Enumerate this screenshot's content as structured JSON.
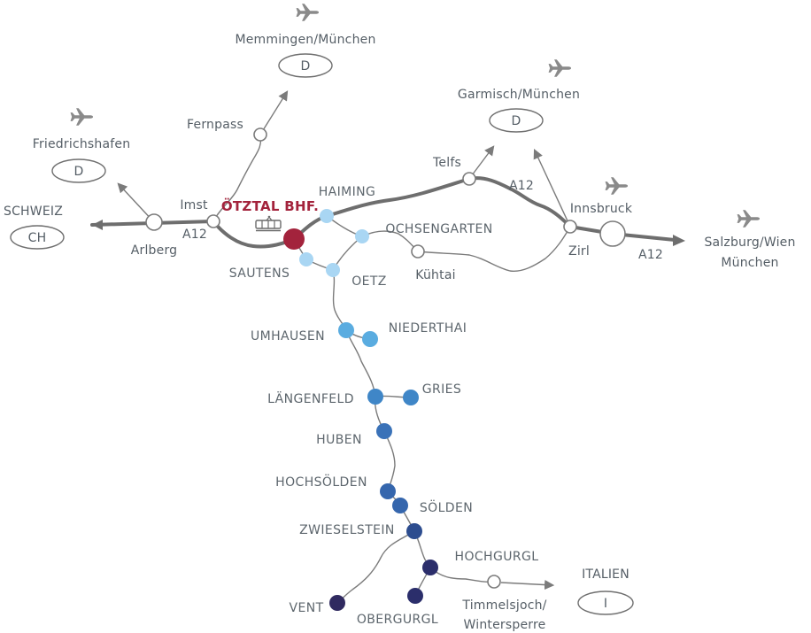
{
  "regions": {
    "memmingen": {
      "label": "Memmingen/München",
      "code": "D"
    },
    "garmisch": {
      "label": "Garmisch/München",
      "code": "D"
    },
    "friedrichshafen": {
      "label": "Friedrichshafen",
      "code": "D"
    },
    "schweiz": {
      "label": "SCHWEIZ",
      "code": "CH"
    },
    "italien": {
      "label": "ITALIEN",
      "code": "I"
    },
    "salzburg": {
      "line1": "Salzburg/Wien",
      "line2": "München"
    }
  },
  "places": {
    "fernpass": "Fernpass",
    "imst": "Imst",
    "arlberg": "Arlberg",
    "telfs": "Telfs",
    "zirl": "Zirl",
    "innsbruck": "Innsbruck",
    "kuehtai": "Kühtai",
    "timmelsjoch_1": "Timmelsjoch/",
    "timmelsjoch_2": "Wintersperre"
  },
  "roads": {
    "a12_west": "A12",
    "a12_telfs": "A12",
    "a12_east": "A12"
  },
  "station": {
    "label": "ÖTZTAL BHF.",
    "color": "#a3233c"
  },
  "villages": [
    {
      "id": "haiming",
      "label": "HAIMING",
      "color": "#a9d6f3"
    },
    {
      "id": "ochsengarten",
      "label": "OCHSENGARTEN",
      "color": "#a9d6f3"
    },
    {
      "id": "sautens",
      "label": "SAUTENS",
      "color": "#a9d6f3"
    },
    {
      "id": "oetz",
      "label": "OETZ",
      "color": "#a9d6f3"
    },
    {
      "id": "umhausen",
      "label": "UMHAUSEN",
      "color": "#5aace0"
    },
    {
      "id": "niederthai",
      "label": "NIEDERTHAI",
      "color": "#5aace0"
    },
    {
      "id": "laengenfeld",
      "label": "LÄNGENFELD",
      "color": "#3f86c7"
    },
    {
      "id": "gries",
      "label": "GRIES",
      "color": "#3f86c7"
    },
    {
      "id": "huben",
      "label": "HUBEN",
      "color": "#3a72b8"
    },
    {
      "id": "hochsoelden",
      "label": "HOCHSÖLDEN",
      "color": "#3566ad"
    },
    {
      "id": "soelden",
      "label": "SÖLDEN",
      "color": "#3566ad"
    },
    {
      "id": "zwieselstein",
      "label": "ZWIESELSTEIN",
      "color": "#2d4d8f"
    },
    {
      "id": "hochgurgl",
      "label": "HOCHGURGL",
      "color": "#2b2e6b"
    },
    {
      "id": "obergurgl",
      "label": "OBERGURGL",
      "color": "#2b2e6b"
    },
    {
      "id": "vent",
      "label": "VENT",
      "color": "#302a60"
    }
  ],
  "icons": {
    "airport": "airplane-icon",
    "train": "train-icon"
  }
}
